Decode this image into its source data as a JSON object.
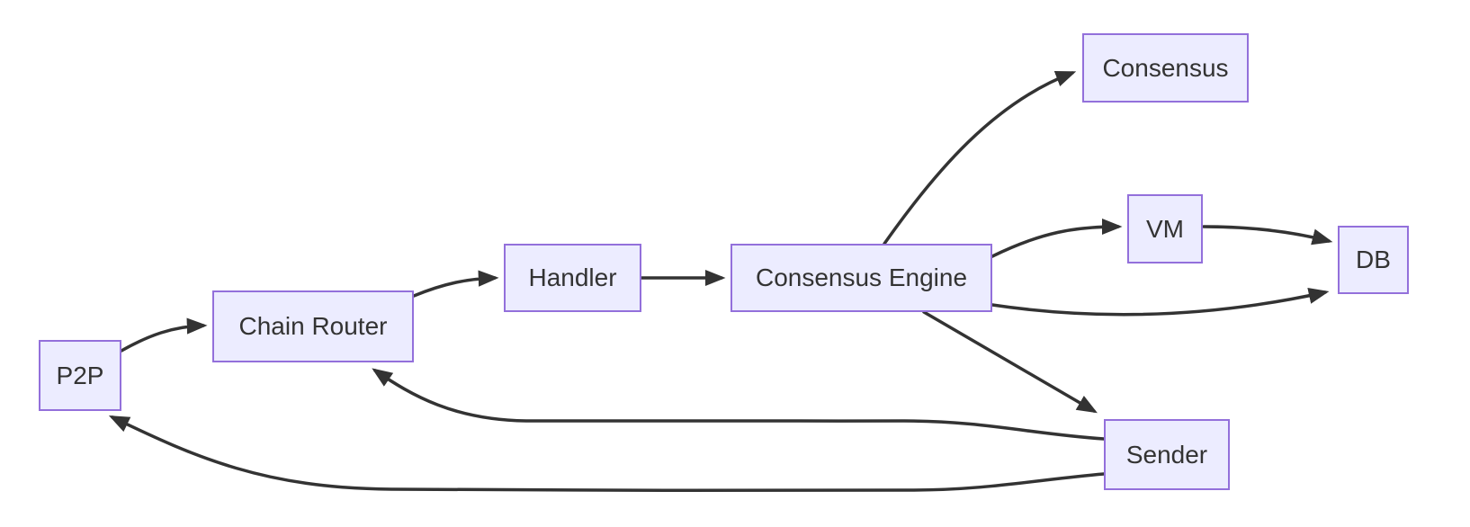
{
  "diagram": {
    "type": "flowchart",
    "direction": "left-to-right",
    "nodes": {
      "p2p": {
        "label": "P2P"
      },
      "chain_router": {
        "label": "Chain Router"
      },
      "handler": {
        "label": "Handler"
      },
      "consensus_engine": {
        "label": "Consensus Engine"
      },
      "consensus": {
        "label": "Consensus"
      },
      "vm": {
        "label": "VM"
      },
      "db": {
        "label": "DB"
      },
      "sender": {
        "label": "Sender"
      }
    },
    "edges": [
      {
        "from": "P2P",
        "to": "Chain Router"
      },
      {
        "from": "Chain Router",
        "to": "Handler"
      },
      {
        "from": "Handler",
        "to": "Consensus Engine"
      },
      {
        "from": "Consensus Engine",
        "to": "Consensus"
      },
      {
        "from": "Consensus Engine",
        "to": "VM"
      },
      {
        "from": "VM",
        "to": "DB"
      },
      {
        "from": "Consensus Engine",
        "to": "DB"
      },
      {
        "from": "Consensus Engine",
        "to": "Sender"
      },
      {
        "from": "Sender",
        "to": "Chain Router"
      },
      {
        "from": "Sender",
        "to": "P2P"
      }
    ],
    "colors": {
      "node_fill": "#ECECFF",
      "node_border": "#9370DB",
      "edge": "#333333",
      "text": "#333333",
      "background": "#FFFFFF"
    }
  }
}
